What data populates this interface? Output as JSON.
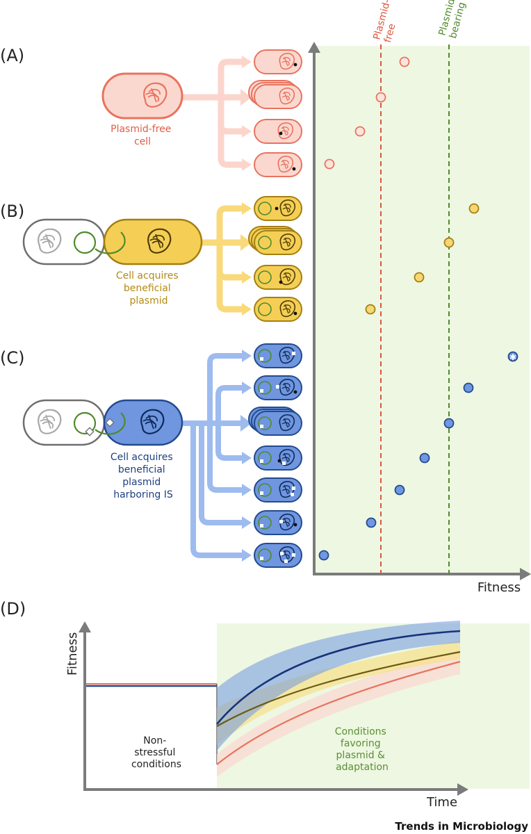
{
  "panels": {
    "a": {
      "label": "(A)",
      "caption": [
        "Plasmid-free",
        "cell"
      ]
    },
    "b": {
      "label": "(B)",
      "caption": [
        "Cell acquires",
        "beneficial",
        "plasmid"
      ]
    },
    "c": {
      "label": "(C)",
      "caption": [
        "Cell acquires",
        "beneficial",
        "plasmid",
        "harboring IS"
      ]
    },
    "d": {
      "label": "(D)"
    }
  },
  "top_plot": {
    "xlabel": "Fitness",
    "thresholds": [
      {
        "lines": [
          "Plasmid-",
          "free"
        ],
        "color": "#d9573f"
      },
      {
        "lines": [
          "Plasmid-",
          "bearing"
        ],
        "color": "#4f8a2b"
      }
    ]
  },
  "bottom_plot": {
    "ylabel": "Fitness",
    "xlabel": "Time",
    "region_left": [
      "Non-",
      "stressful",
      "conditions"
    ],
    "region_right": [
      "Conditions",
      "favoring",
      "plasmid &",
      "adaptation"
    ]
  },
  "colors": {
    "red": "#e8735e",
    "red_fill": "#f9d9d2",
    "yellow": "#caa21d",
    "yellow_fill": "#f7d774",
    "blue": "#234a8f",
    "blue_fill": "#7098e0",
    "green_bg": "#eef7e2",
    "plasmid_green": "#4f8a2b"
  },
  "footer": {
    "journal": "Trends in Microbiology"
  }
}
